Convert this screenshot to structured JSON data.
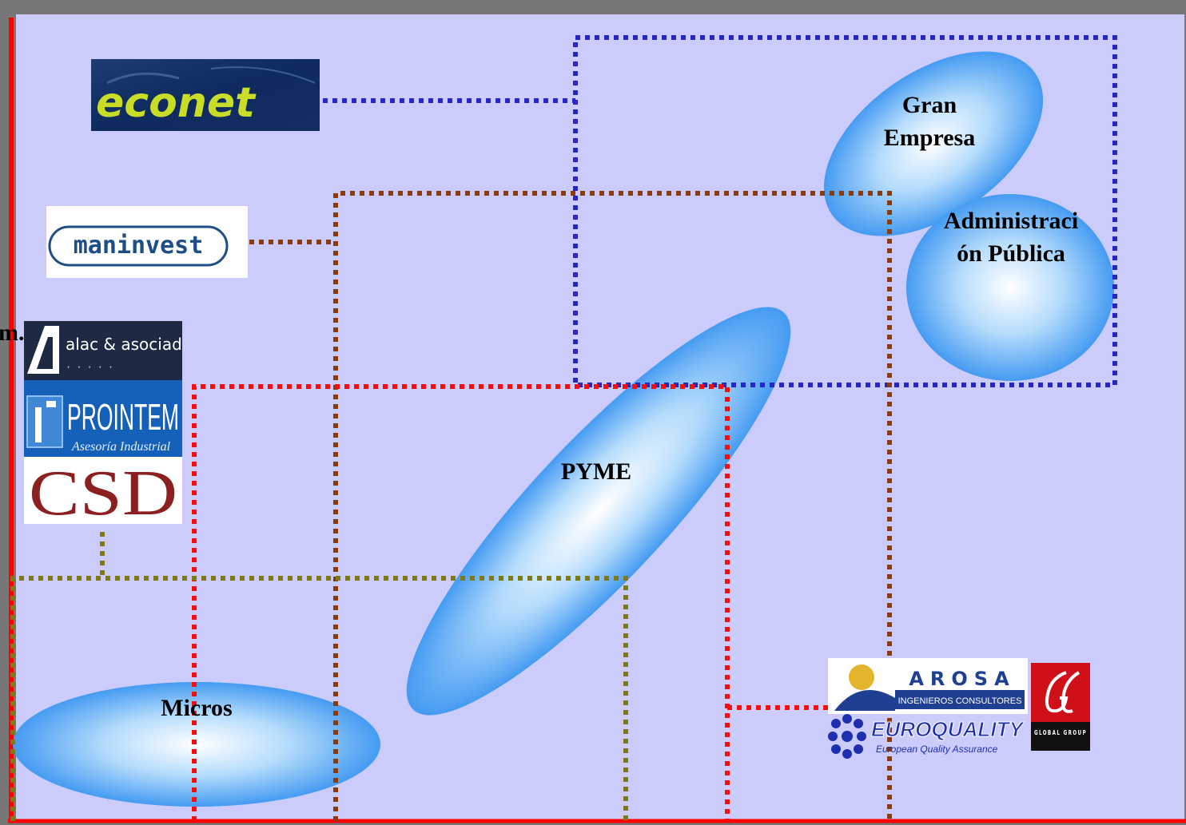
{
  "diagram": {
    "background": "#ccccfc",
    "frame_shadow": "#777777",
    "axis_color": "#ff0000",
    "segments": [
      {
        "id": "gran-empresa",
        "label": "Gran Empresa"
      },
      {
        "id": "administracion-publica",
        "label": "Administraci ón Pública"
      },
      {
        "id": "pyme",
        "label": "PYME"
      },
      {
        "id": "micros",
        "label": "Micros"
      }
    ],
    "partial_label": "m...Servicios",
    "links": {
      "econet": "#2626c8",
      "maninvest": "#8b3a0c",
      "pyme_group": "#ff0a0a",
      "small_group": "#7e7a1a"
    },
    "logos": [
      {
        "id": "econet",
        "text": "econet",
        "color": "#c8dc28"
      },
      {
        "id": "maninvest",
        "text": "maninvest"
      },
      {
        "id": "alac",
        "text": "alac & asociados"
      },
      {
        "id": "prointem",
        "text": "PROINTEM",
        "subtext": "Asesoría Industrial"
      },
      {
        "id": "csd",
        "text": "CSD"
      },
      {
        "id": "arosa",
        "text": "AROSA",
        "subtext": "INGENIEROS CONSULTORES"
      },
      {
        "id": "euroquality",
        "text": "EUROQUALITY",
        "subtext": "European Quality Assurance"
      },
      {
        "id": "global-group",
        "text": "GLOBAL GROUP"
      }
    ]
  }
}
